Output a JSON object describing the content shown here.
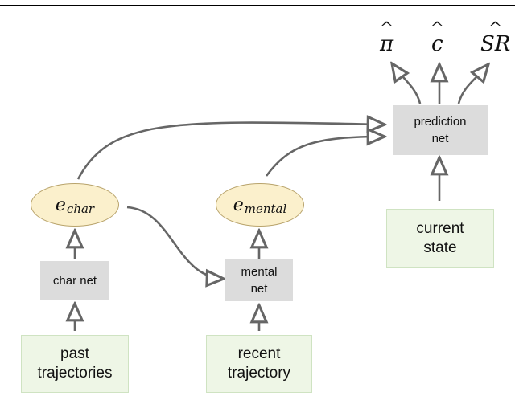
{
  "nodes": {
    "prediction_net": {
      "line1": "prediction",
      "line2": "net"
    },
    "char_net": {
      "label": "char net"
    },
    "mental_net": {
      "line1": "mental",
      "line2": "net"
    },
    "current_state": {
      "line1": "current",
      "line2": "state"
    },
    "past_trajectories": {
      "line1": "past",
      "line2": "trajectories"
    },
    "recent_trajectory": {
      "line1": "recent",
      "line2": "trajectory"
    },
    "e_char": {
      "base": "e",
      "sub": "char"
    },
    "e_mental": {
      "base": "e",
      "sub": "mental"
    }
  },
  "outputs": {
    "pi": {
      "base": "π",
      "hat": "^"
    },
    "c": {
      "base": "c",
      "hat": "^"
    },
    "sr": {
      "base": "SR",
      "hat": "^"
    }
  },
  "colors": {
    "arrow": "#666666",
    "gray_box": "#dcdcdc",
    "green_box": "#eef6e6",
    "ellipse_fill": "#fbf0cc"
  }
}
